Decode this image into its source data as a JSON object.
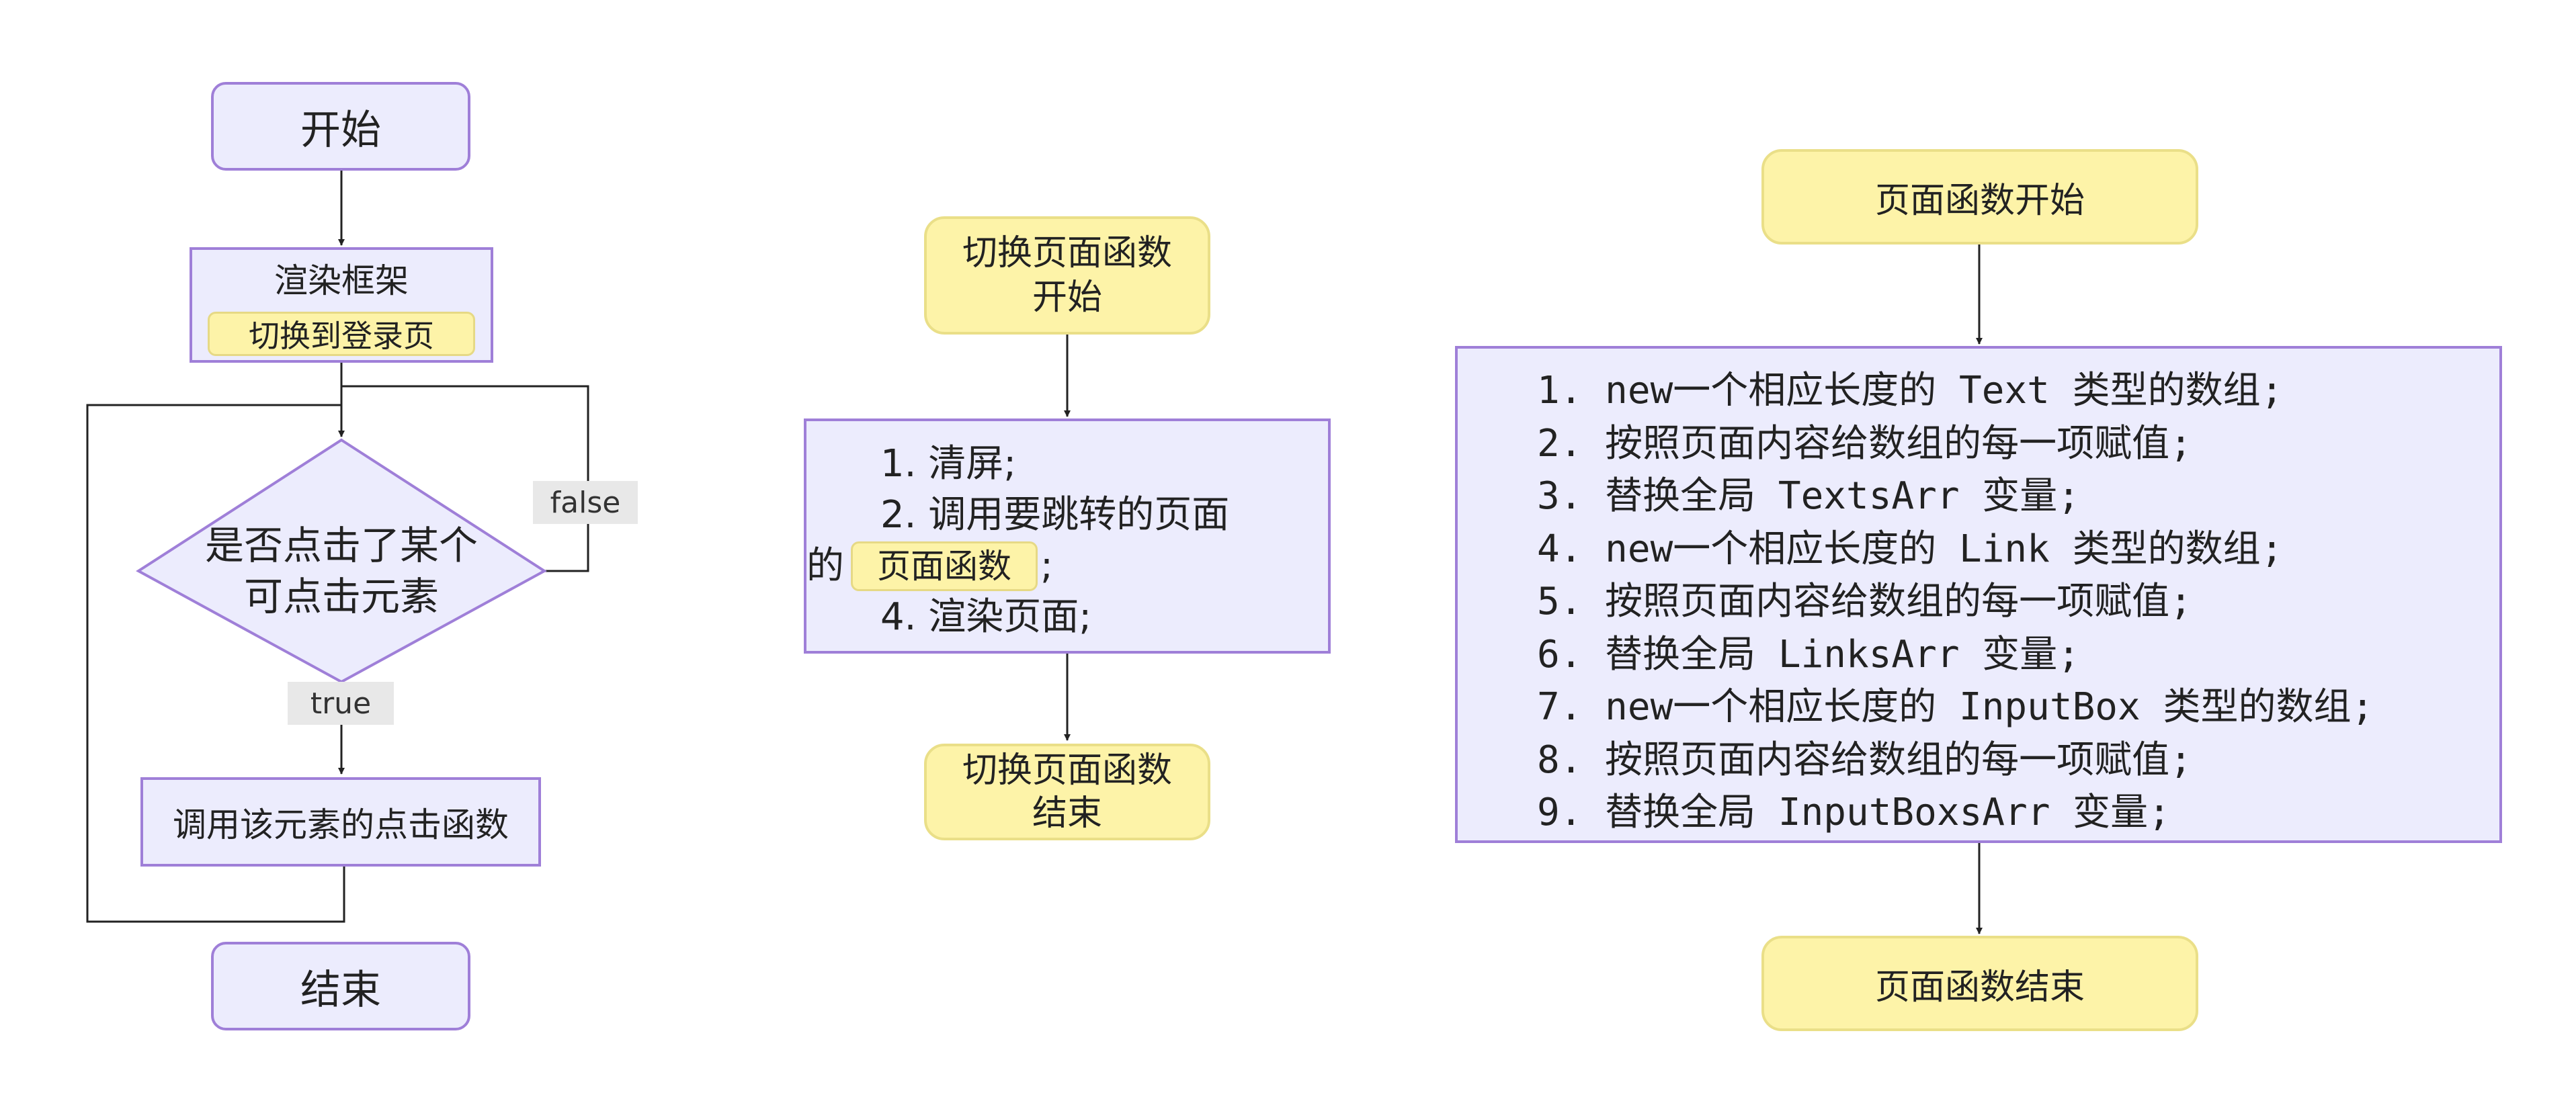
{
  "flow1": {
    "start": "开始",
    "render_frame": "渲染框架",
    "switch_login_chip": "切换到登录页",
    "decision_line1": "是否点击了某个",
    "decision_line2": "可点击元素",
    "label_false": "false",
    "label_true": "true",
    "call_click": "调用该元素的点击函数",
    "end": "结束"
  },
  "flow2": {
    "start_line1": "切换页面函数",
    "start_line2": "开始",
    "step1": "1. 清屏;",
    "step2_line1": "2. 调用要跳转的页面",
    "step2_prefix": "的",
    "step2_chip": "页面函数",
    "step2_suffix": ";",
    "step4": "4. 渲染页面;",
    "end_line1": "切换页面函数",
    "end_line2": "结束"
  },
  "flow3": {
    "start": "页面函数开始",
    "steps": [
      "1. new一个相应长度的 Text 类型的数组;",
      "2. 按照页面内容给数组的每一项赋值;",
      "3. 替换全局 TextsArr 变量;",
      "4. new一个相应长度的 Link 类型的数组;",
      "5. 按照页面内容给数组的每一项赋值;",
      "6. 替换全局 LinksArr 变量;",
      "7. new一个相应长度的 InputBox 类型的数组;",
      "8. 按照页面内容给数组的每一项赋值;",
      "9. 替换全局 InputBoxsArr 变量;"
    ],
    "end": "页面函数结束"
  },
  "colors": {
    "purple_fill": "#ececfd",
    "purple_stroke": "#9f7fd8",
    "yellow_fill": "#fdf3a8",
    "yellow_stroke": "#eadf88",
    "edge": "#222222",
    "label_bg": "#e8e8e8"
  }
}
